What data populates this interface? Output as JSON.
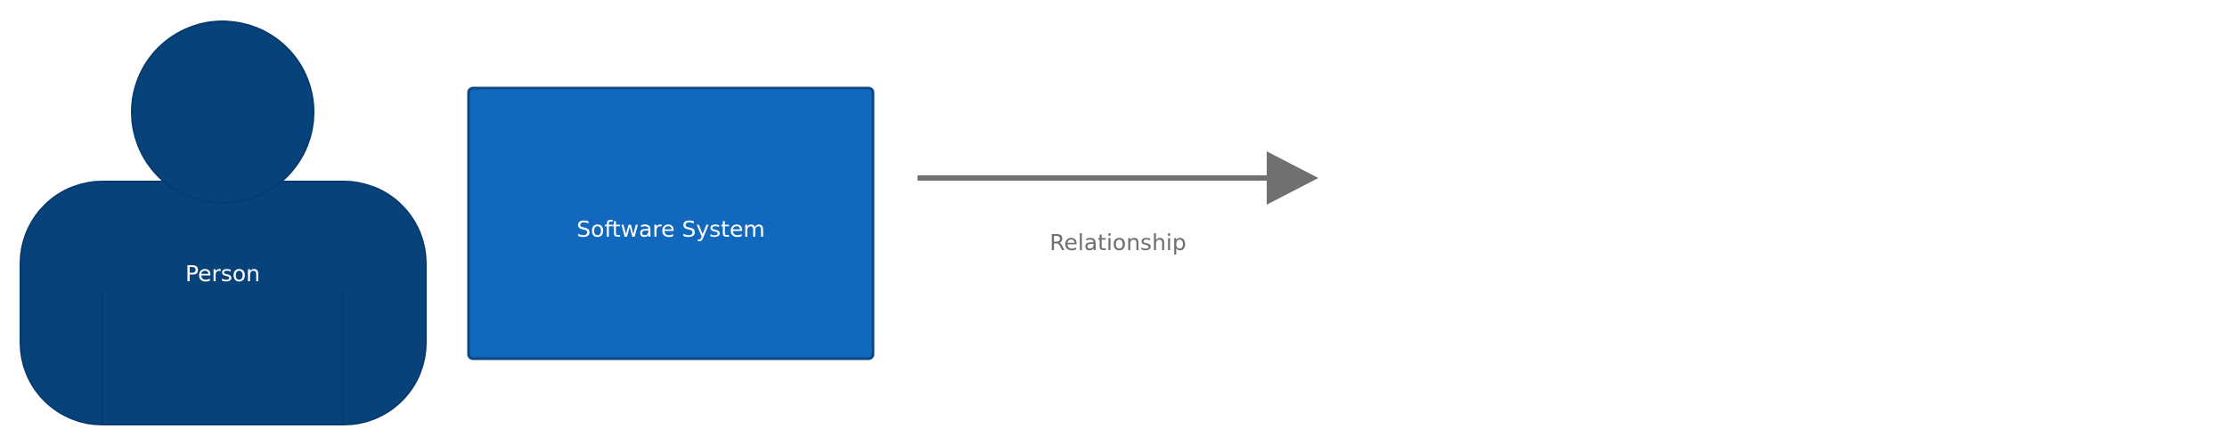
{
  "diagram": {
    "person": {
      "label": "Person",
      "fill": "#08427b",
      "stroke": "#073b6f"
    },
    "software_system": {
      "label": "Software System",
      "fill": "#1168bd",
      "stroke": "#0b4884"
    },
    "relationship": {
      "label": "Relationship",
      "color": "#707070"
    }
  }
}
